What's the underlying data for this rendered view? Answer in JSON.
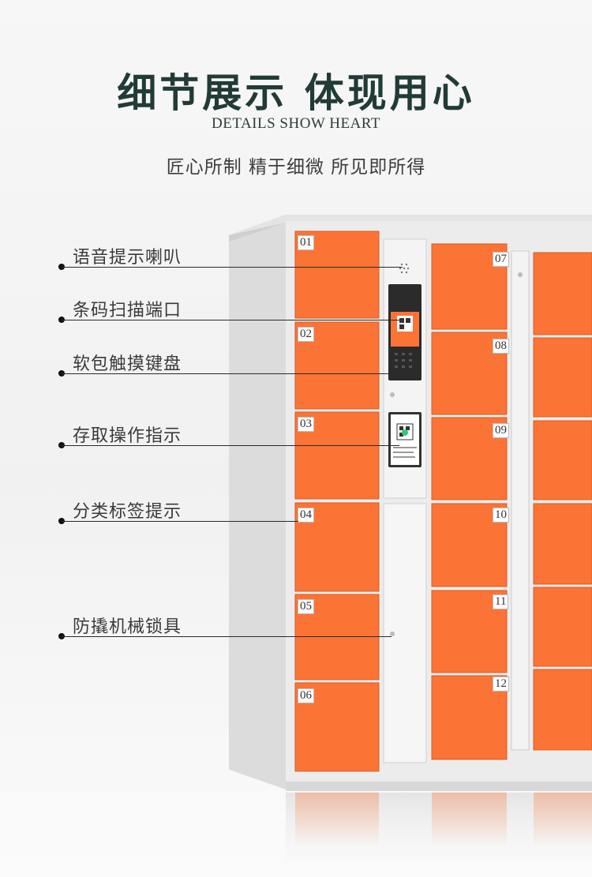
{
  "header": {
    "title": "细节展示  体现用心",
    "subtitle_en": "DETAILS SHOW HEART",
    "tagline": "匠心所制  精于细微  所见即所得"
  },
  "callouts": [
    {
      "label": "语音提示喇叭"
    },
    {
      "label": "条码扫描端口"
    },
    {
      "label": "软包触摸键盘"
    },
    {
      "label": "存取操作指示"
    },
    {
      "label": "分类标签提示"
    },
    {
      "label": "防撬机械锁具"
    }
  ],
  "locker": {
    "door_numbers": [
      "01",
      "02",
      "03",
      "04",
      "05",
      "06",
      "07",
      "08",
      "09",
      "10",
      "11",
      "12"
    ],
    "door_color": "#fb7436",
    "frame_color": "#e8e8e8"
  }
}
